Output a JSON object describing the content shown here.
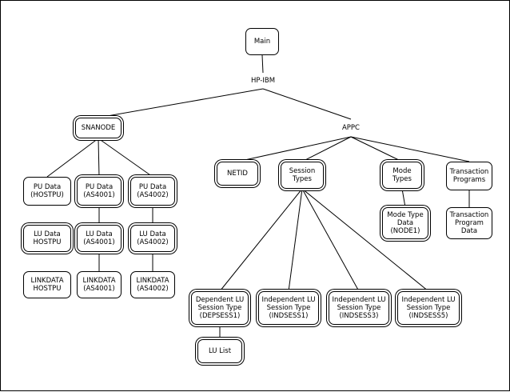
{
  "diagram": {
    "nodes": [
      {
        "id": "main",
        "label": "Main",
        "style": "single"
      },
      {
        "id": "hp-ibm",
        "label": "HP-IBM",
        "style": "plain"
      },
      {
        "id": "snanode",
        "label": "SNANODE",
        "style": "double"
      },
      {
        "id": "appc",
        "label": "APPC",
        "style": "plain"
      },
      {
        "id": "pu-hostpu",
        "label": "PU Data\n(HOSTPU)",
        "style": "single"
      },
      {
        "id": "pu-as4001",
        "label": "PU Data\n(AS4001)",
        "style": "double"
      },
      {
        "id": "pu-as4002",
        "label": "PU Data\n(AS4002)",
        "style": "double"
      },
      {
        "id": "lu-hostpu",
        "label": "LU Data\nHOSTPU",
        "style": "double"
      },
      {
        "id": "lu-as4001",
        "label": "LU Data\n(AS4001)",
        "style": "double"
      },
      {
        "id": "lu-as4002",
        "label": "LU Data\n(AS4002)",
        "style": "double"
      },
      {
        "id": "linkdata-hostpu",
        "label": "LINKDATA\nHOSTPU",
        "style": "single"
      },
      {
        "id": "linkdata-as4001",
        "label": "LINKDATA\n(AS4001)",
        "style": "single"
      },
      {
        "id": "linkdata-as4002",
        "label": "LINKDATA\n(AS4002)",
        "style": "single"
      },
      {
        "id": "netid",
        "label": "NETID",
        "style": "double"
      },
      {
        "id": "session-types",
        "label": "Session\nTypes",
        "style": "double"
      },
      {
        "id": "mode-types",
        "label": "Mode\nTypes",
        "style": "double"
      },
      {
        "id": "transaction-programs",
        "label": "Transaction\nPrograms",
        "style": "single"
      },
      {
        "id": "mode-type-data",
        "label": "Mode Type\nData\n(NODE1)",
        "style": "double"
      },
      {
        "id": "transaction-program-data",
        "label": "Transaction\nProgram\nData",
        "style": "single"
      },
      {
        "id": "dep-lu",
        "label": "Dependent LU\nSession Type\n(DEPSESS1)",
        "style": "double"
      },
      {
        "id": "indep-lu-1",
        "label": "Independent LU\nSession Type\n(INDSESS1)",
        "style": "double"
      },
      {
        "id": "indep-lu-3",
        "label": "Independent LU\nSession Type\n(INDSESS3)",
        "style": "double"
      },
      {
        "id": "indep-lu-5",
        "label": "Independent LU\nSession Type\n(INDSESS5)",
        "style": "double"
      },
      {
        "id": "lu-list",
        "label": "LU List",
        "style": "double"
      }
    ],
    "edges": [
      [
        "main",
        "hp-ibm"
      ],
      [
        "hp-ibm",
        "snanode"
      ],
      [
        "hp-ibm",
        "appc"
      ],
      [
        "snanode",
        "pu-hostpu"
      ],
      [
        "snanode",
        "pu-as4001"
      ],
      [
        "snanode",
        "pu-as4002"
      ],
      [
        "pu-as4001",
        "lu-as4001"
      ],
      [
        "pu-as4002",
        "lu-as4002"
      ],
      [
        "lu-as4001",
        "linkdata-as4001"
      ],
      [
        "lu-as4002",
        "linkdata-as4002"
      ],
      [
        "appc",
        "netid"
      ],
      [
        "appc",
        "session-types"
      ],
      [
        "appc",
        "mode-types"
      ],
      [
        "appc",
        "transaction-programs"
      ],
      [
        "mode-types",
        "mode-type-data"
      ],
      [
        "transaction-programs",
        "transaction-program-data"
      ],
      [
        "session-types",
        "dep-lu"
      ],
      [
        "session-types",
        "indep-lu-1"
      ],
      [
        "session-types",
        "indep-lu-3"
      ],
      [
        "session-types",
        "indep-lu-5"
      ],
      [
        "dep-lu",
        "lu-list"
      ]
    ]
  }
}
